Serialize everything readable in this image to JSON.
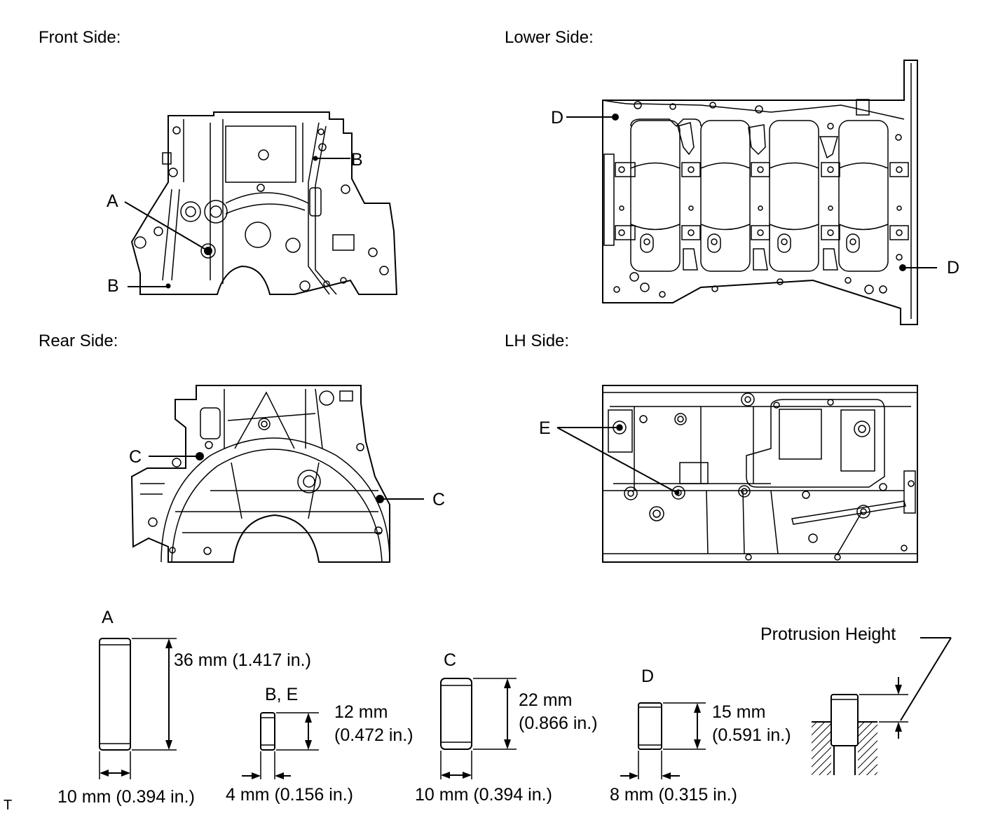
{
  "views": {
    "front": {
      "title": "Front Side:",
      "label_a": "A",
      "label_b_top": "B",
      "label_b_bottom": "B"
    },
    "lower": {
      "title": "Lower Side:",
      "label_d_left": "D",
      "label_d_right": "D"
    },
    "rear": {
      "title": "Rear Side:",
      "label_c_left": "C",
      "label_c_right": "C"
    },
    "lh": {
      "title": "LH Side:",
      "label_e": "E"
    }
  },
  "pins": {
    "a": {
      "name": "A",
      "length": "36 mm (1.417 in.)",
      "diameter": "10 mm (0.394 in.)"
    },
    "be": {
      "name": "B, E",
      "length_line1": "12 mm",
      "length_line2": "(0.472 in.)",
      "diameter": "4 mm (0.156 in.)"
    },
    "c": {
      "name": "C",
      "length_line1": "22 mm",
      "length_line2": "(0.866 in.)",
      "diameter": "10 mm (0.394 in.)"
    },
    "d": {
      "name": "D",
      "length_line1": "15 mm",
      "length_line2": "(0.591 in.)",
      "diameter": "8 mm (0.315 in.)"
    }
  },
  "protrusion_label": "Protrusion Height",
  "corner_mark": "T"
}
